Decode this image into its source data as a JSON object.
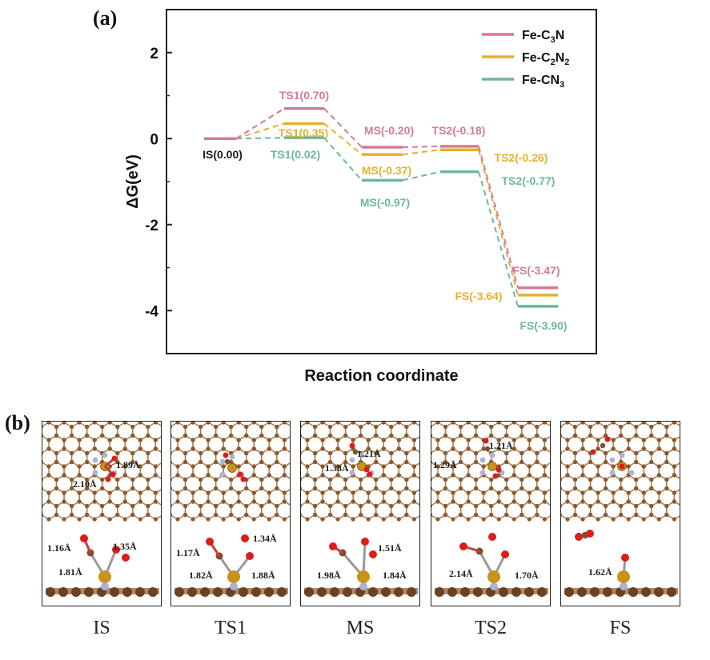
{
  "panel_a": {
    "label": "(a)"
  },
  "panel_b": {
    "label": "(b)"
  },
  "chart_data": {
    "type": "line",
    "xlabel": "Reaction coordinate",
    "ylabel": "ΔG(eV)",
    "ylim": [
      -5,
      3
    ],
    "yticks": [
      -4,
      -2,
      0,
      2
    ],
    "legend": "top-right",
    "categories": [
      "IS",
      "TS1",
      "MS",
      "TS2",
      "FS"
    ],
    "series": [
      {
        "name": "Fe-C3N",
        "legend_main": "Fe-C",
        "legend_sub1": "3",
        "legend_mid": "N",
        "legend_sub2": "",
        "color": "#d4799f",
        "values": [
          0.0,
          0.7,
          -0.2,
          -0.18,
          -3.47
        ],
        "labels": [
          "",
          "TS1(0.70)",
          "MS(-0.20)",
          "TS2(-0.18)",
          "FS(-3.47)"
        ]
      },
      {
        "name": "Fe-C2N2",
        "legend_main": "Fe-C",
        "legend_sub1": "2",
        "legend_mid": "N",
        "legend_sub2": "2",
        "color": "#e5b030",
        "values": [
          0.0,
          0.35,
          -0.37,
          -0.26,
          -3.64
        ],
        "labels": [
          "",
          "TS1(0.35)",
          "MS(-0.37)",
          "TS2(-0.26)",
          "FS(-3.64)"
        ]
      },
      {
        "name": "Fe-CN3",
        "legend_main": "Fe-CN",
        "legend_sub1": "3",
        "legend_mid": "",
        "legend_sub2": "",
        "color": "#6bb89c",
        "values": [
          0.0,
          0.02,
          -0.97,
          -0.77,
          -3.9
        ],
        "labels": [
          "",
          "TS1(0.02)",
          "MS(-0.97)",
          "TS2(-0.77)",
          "FS(-3.90)"
        ]
      }
    ],
    "is_label": "IS(0.00)"
  },
  "structures": [
    {
      "caption": "IS",
      "labels": [
        "1.89Å",
        "2.10Å",
        "1.16Å",
        "1.35Å",
        "1.81Å"
      ]
    },
    {
      "caption": "TS1",
      "labels": [
        "1.17Å",
        "1.34Å",
        "1.82Å",
        "1.88Å"
      ]
    },
    {
      "caption": "MS",
      "labels": [
        "1.21Å",
        "1.38Å",
        "1.51Å",
        "1.98Å",
        "1.84Å"
      ]
    },
    {
      "caption": "TS2",
      "labels": [
        "1.21Å",
        "1.29Å",
        "2.14Å",
        "1.70Å"
      ]
    },
    {
      "caption": "FS",
      "labels": [
        "1.62Å"
      ]
    }
  ]
}
